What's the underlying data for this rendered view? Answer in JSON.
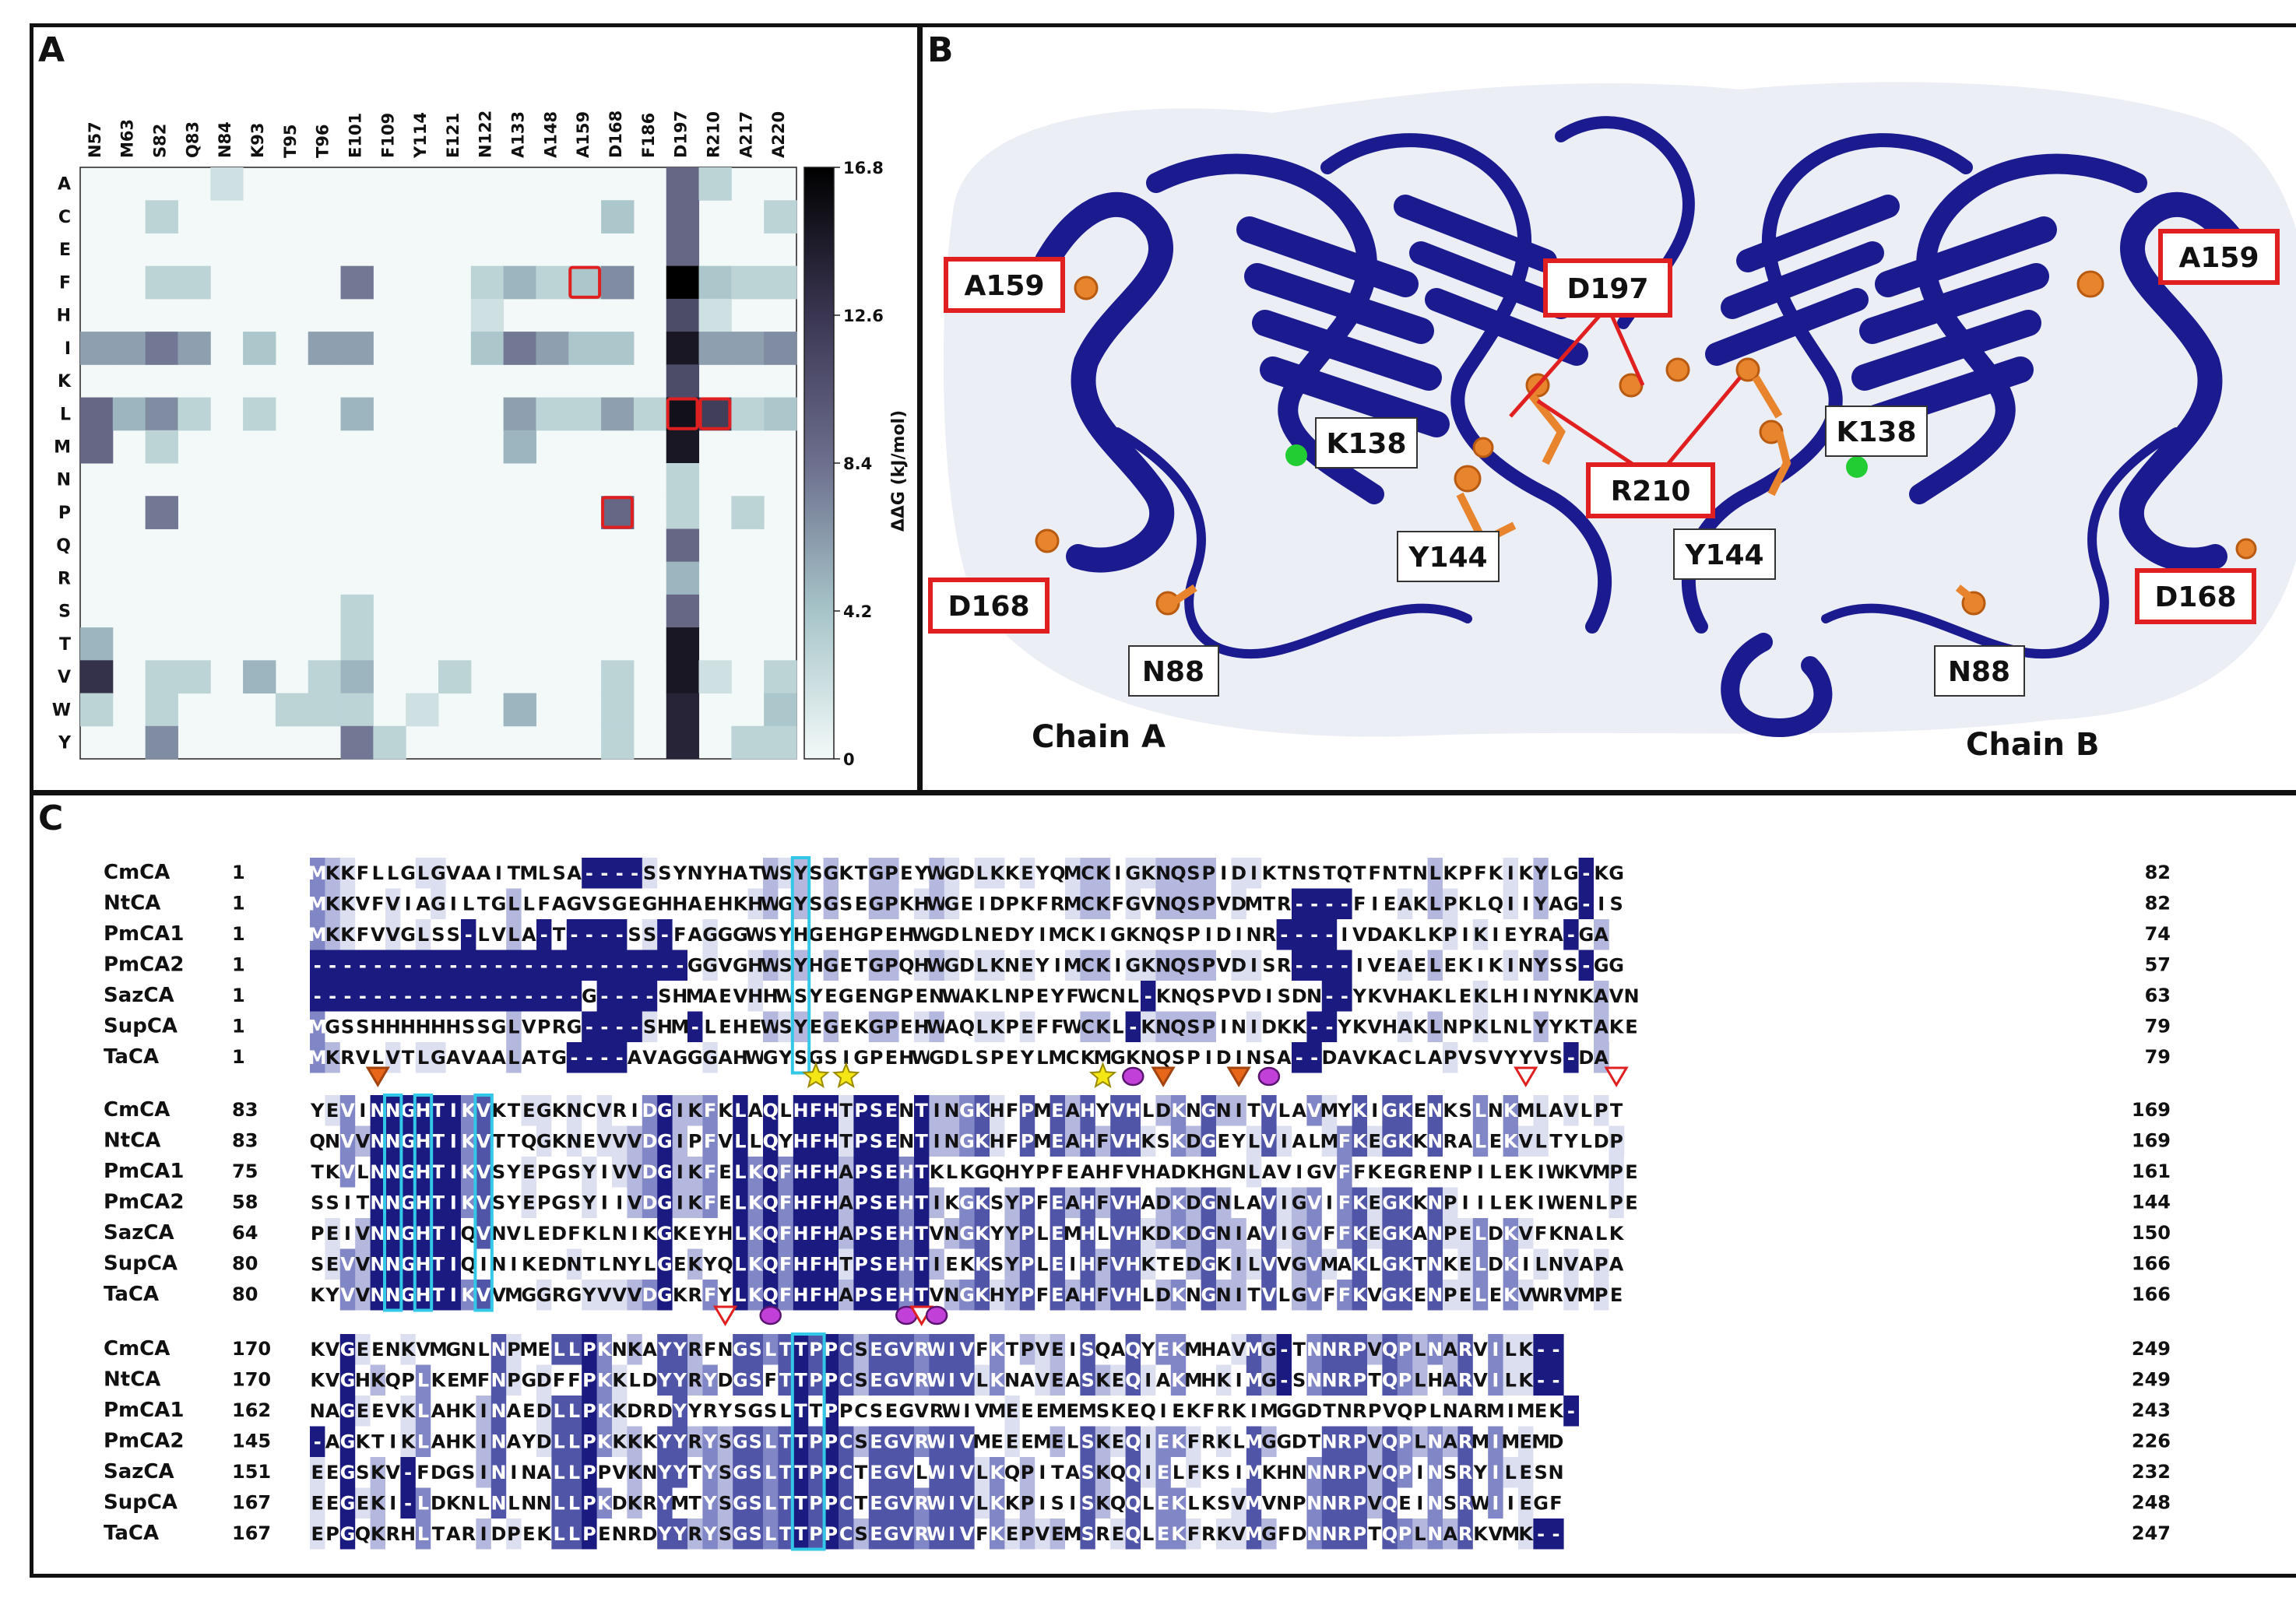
{
  "panels": {
    "a": "A",
    "b": "B",
    "c": "C"
  },
  "heatmap": {
    "columns": [
      "N57",
      "M63",
      "S82",
      "Q83",
      "N84",
      "K93",
      "T95",
      "T96",
      "E101",
      "F109",
      "Y114",
      "E121",
      "N122",
      "A133",
      "A148",
      "A159",
      "D168",
      "F186",
      "D197",
      "R210",
      "A217",
      "A220"
    ],
    "rows": [
      "A",
      "C",
      "E",
      "F",
      "H",
      "I",
      "K",
      "L",
      "M",
      "N",
      "P",
      "Q",
      "R",
      "S",
      "T",
      "V",
      "W",
      "Y"
    ],
    "values": [
      [
        0,
        0,
        0,
        0,
        2,
        0,
        0,
        0,
        0,
        0,
        0,
        0,
        0,
        0,
        0,
        0,
        0,
        0,
        9,
        3,
        0,
        0
      ],
      [
        0,
        0,
        3,
        0,
        0,
        0,
        0,
        0,
        0,
        0,
        0,
        0,
        0,
        0,
        0,
        0,
        4,
        0,
        9,
        0,
        0,
        3
      ],
      [
        0,
        0,
        0,
        0,
        0,
        0,
        0,
        0,
        0,
        0,
        0,
        0,
        0,
        0,
        0,
        0,
        0,
        0,
        9,
        0,
        0,
        0
      ],
      [
        0,
        0,
        3,
        3,
        0,
        0,
        0,
        0,
        8,
        0,
        0,
        0,
        3,
        5,
        3,
        4,
        7,
        0,
        16.8,
        4,
        3,
        3
      ],
      [
        0,
        0,
        0,
        0,
        0,
        0,
        0,
        0,
        0,
        0,
        0,
        0,
        2,
        0,
        0,
        0,
        0,
        0,
        11,
        2,
        0,
        0
      ],
      [
        6,
        6,
        8,
        6,
        0,
        4,
        0,
        6,
        6,
        0,
        0,
        0,
        4,
        8,
        6,
        4,
        4,
        0,
        15,
        6,
        6,
        7
      ],
      [
        0,
        0,
        0,
        0,
        0,
        0,
        0,
        0,
        0,
        0,
        0,
        0,
        0,
        0,
        0,
        0,
        0,
        0,
        11,
        0,
        0,
        0
      ],
      [
        9,
        5,
        7,
        3,
        0,
        3,
        0,
        0,
        5,
        0,
        0,
        0,
        0,
        6,
        3,
        3,
        6,
        3,
        15.5,
        12,
        3,
        4
      ],
      [
        9,
        0,
        3,
        0,
        0,
        0,
        0,
        0,
        0,
        0,
        0,
        0,
        0,
        5,
        0,
        0,
        0,
        0,
        15,
        0,
        0,
        0
      ],
      [
        0,
        0,
        0,
        0,
        0,
        0,
        0,
        0,
        0,
        0,
        0,
        0,
        0,
        0,
        0,
        0,
        0,
        0,
        3,
        0,
        0,
        0
      ],
      [
        0,
        0,
        8,
        0,
        0,
        0,
        0,
        0,
        0,
        0,
        0,
        0,
        0,
        0,
        0,
        0,
        9,
        0,
        3,
        0,
        3,
        0
      ],
      [
        0,
        0,
        0,
        0,
        0,
        0,
        0,
        0,
        0,
        0,
        0,
        0,
        0,
        0,
        0,
        0,
        0,
        0,
        9,
        0,
        0,
        0
      ],
      [
        0,
        0,
        0,
        0,
        0,
        0,
        0,
        0,
        0,
        0,
        0,
        0,
        0,
        0,
        0,
        0,
        0,
        0,
        5,
        0,
        0,
        0
      ],
      [
        0,
        0,
        0,
        0,
        0,
        0,
        0,
        0,
        3,
        0,
        0,
        0,
        0,
        0,
        0,
        0,
        0,
        0,
        9,
        0,
        0,
        0
      ],
      [
        5,
        0,
        0,
        0,
        0,
        0,
        0,
        0,
        3,
        0,
        0,
        0,
        0,
        0,
        0,
        0,
        0,
        0,
        15,
        0,
        0,
        0
      ],
      [
        13,
        0,
        3,
        3,
        0,
        5,
        0,
        3,
        5,
        0,
        0,
        3,
        0,
        0,
        0,
        0,
        3,
        0,
        15,
        2,
        0,
        3
      ],
      [
        3,
        0,
        3,
        0,
        0,
        0,
        3,
        3,
        3,
        0,
        2,
        0,
        0,
        5,
        0,
        0,
        3,
        0,
        14,
        0,
        0,
        4
      ],
      [
        0,
        0,
        7,
        0,
        0,
        0,
        0,
        0,
        8,
        3,
        0,
        0,
        0,
        0,
        0,
        0,
        3,
        0,
        14,
        0,
        3,
        3
      ]
    ],
    "highlight_cells": [
      {
        "row": "F",
        "col": "A159"
      },
      {
        "row": "L",
        "col": "D197"
      },
      {
        "row": "L",
        "col": "R210"
      },
      {
        "row": "P",
        "col": "D168"
      }
    ],
    "colorbar": {
      "label": "ΔΔG (kJ/mol)",
      "ticks": [
        "0",
        "4.2",
        "8.4",
        "12.6",
        "16.8"
      ],
      "min": 0,
      "max": 16.8,
      "colors": [
        "#f3f9f9",
        "#a7c5c9",
        "#6c6f8d",
        "#3a3652",
        "#000000"
      ]
    }
  },
  "structure": {
    "chain_a": "Chain A",
    "chain_b": "Chain B",
    "boxed_labels": [
      "A159",
      "D197",
      "A159",
      "D168",
      "R210",
      "D168"
    ],
    "plain_labels": [
      "K138",
      "K138",
      "Y144",
      "Y144",
      "N88",
      "N88"
    ],
    "colors": {
      "ribbon": "#1b1b8f",
      "site": "#e8842d",
      "zinc": "#22cc33",
      "box": "#e02020",
      "surface": "#eceef6"
    }
  },
  "alignment": {
    "names": [
      "CmCA",
      "NtCA",
      "PmCA1",
      "PmCA2",
      "SazCA",
      "SupCA",
      "TaCA"
    ],
    "blocks": [
      {
        "starts": [
          "1",
          "1",
          "1",
          "1",
          "1",
          "1",
          "1"
        ],
        "ends": [
          "82",
          "82",
          "74",
          "57",
          "63",
          "79",
          "79"
        ],
        "seqs": [
          "MKKFLLGLGVAAITMLSA----SSYNYHATWSYSGKTGPEYWGDLKKEYQMCKIGKNQSPIDIKTNSTQTFNTNLKPFKIKYLG-KG",
          "MKKVFVIAGILTGLLFAGVSGEGHHAEHKHWGYSGSEGPKHWGEIDPKFRMCKFGVNQSPVDMTR----FIEAKLPKLQIIYAG-IS",
          "MKKFVVGLSS-LVLA-T----SS-FAGGGWSYHGEHGPEHWGDLNEDYIMCKIGKNQSPIDINR----IVDAKLKPIKIEYRA-GA",
          "-------------------------GGVGHWSYHGETGPQHWGDLKNEYIMCKIGKNQSPVDISR----IVEAELEKIKINYSS-GG",
          "------------------G----SHMAEVHHWSYEGENGPENWAKLNPEYFWCNL-KNQSPVDISDN--YKVHAKLEKLHINYNKAVN",
          "MGSSHHHHHHSSGLVPRG----SHM-LEHEWSYEGEKGPEHWAQLKPEFFWCKL-KNQSPINIDKK--YKVHAKLNPKLNLYYKTAKE",
          "MKRVLVTLGAVAALATG----AVAGGGAHWGYSGSIGPEHWGDLSPEYLMCKMGKNQSPIDINSA--DAVKACLAPVSVYYVS-DA"
        ],
        "highlight_col_index": 32
      },
      {
        "starts": [
          "83",
          "83",
          "75",
          "58",
          "64",
          "80",
          "80"
        ],
        "ends": [
          "169",
          "169",
          "161",
          "144",
          "150",
          "166",
          "166"
        ],
        "seqs": [
          "YEVINNGHTIKVKTEGKNCVRIDGIKFKLAQLHFHTPSENTINGKHFPMEAHYVHLDKNGNITVLAVMYKIGKENKSLNKMLAVLPT",
          "QNVVNNGHTIKVTTQGKNEVVVDGIPFVLLQYHFHTPSENTINGKHFPMEAHFVHKSKDGEYLVIALMFKEGKKNRALEKVLTYLDP",
          "TKVLNNGHTIKVSYEPGSYIVVDGIKFELKQFHFHAPSEHTKLKGQHYPFEAHFVHADKHGNLAVIGVFFKEGRENPILEKIWKVMPE",
          "SSITNNGHTIKVSYEPGSYIIVDGIKFELKQFHFHAPSEHTIKGKSYPFEAHFVHADKDGNLAVIGVIFKEGKKNPIILEKIWENLPE",
          "PEIVNNGHTIQVNVLEDFKLNIKGKEYHLKQFHFHAPSEHTVNGKYYPLEMHLVHKDKDGNIAVIGVFFKEGKANPELDKVFKNALK",
          "SEVVNNGHTIQINIKEDNTLNYLGEKYQLKQFHFHTPSEHTIEKKSYPLEIHFVHKTEDGKILVVGVMAKLGKTNKELDKILNVAPA",
          "KYVVNNGHTIKVVMGGRGYVVVDGKRFYLKQFHFHAPSEHTVNGKHYPFEAHFVHLDKNGNITVLGVFFKVGKENPELEKVWRVMPE"
        ]
      },
      {
        "starts": [
          "170",
          "170",
          "162",
          "145",
          "151",
          "167",
          "167"
        ],
        "ends": [
          "249",
          "249",
          "243",
          "226",
          "232",
          "248",
          "247"
        ],
        "seqs": [
          "KVGEENKVMGNLNPMELLPKNKAYYRFNGSLTTPPCSEGVRWIVFKTPVEISQAQYEKMHAVMG-TNNRPVQPLNARVILK--",
          "KVGHKQPLKEMFNPGDFFPKKLDYYRYDGSFTTPPCSEGVRWIVLKNAVEASKEQIAKMHKIMG-SNNRPTQPLHARVILK--",
          "NAGEEVKLAHKINAEDLLPKKDRDYYRYSGSLTTPPCSEGVRWIVMEEEMEMSKEQIEKFRKIMGGDTNRPVQPLNARMIMEK-",
          "-AGKTIKLAHKINAYDLLPKKKKYYRYSGSLTTPPCSEGVRWIVMEEEMELSKEQIEKFRKLMGGDTNRPVQPLNARMIMEMD",
          "EEGSKV-FDGSININALLPPVKNYYTYSGSLTTPPCTEGVLWIVLKQPITASKQQIELFKSIMKHNNNRPVQPINSRYILESN",
          "EEGEKI-LDKNLNLNNLLPKDKRYMTYSGSLTTPPCTEGVRWIVLKKPISISKQQLEKLKSVMVNPNNRPVQEINSRWIIEGF",
          "EPGQKRHLTARIDPEKLLPENRDYYRYSGSLTTPPCSEGVRWIVFKEPVEMSREQLEKFRKVMGFDNNRPTQPLNARKVMK--"
        ]
      }
    ]
  }
}
